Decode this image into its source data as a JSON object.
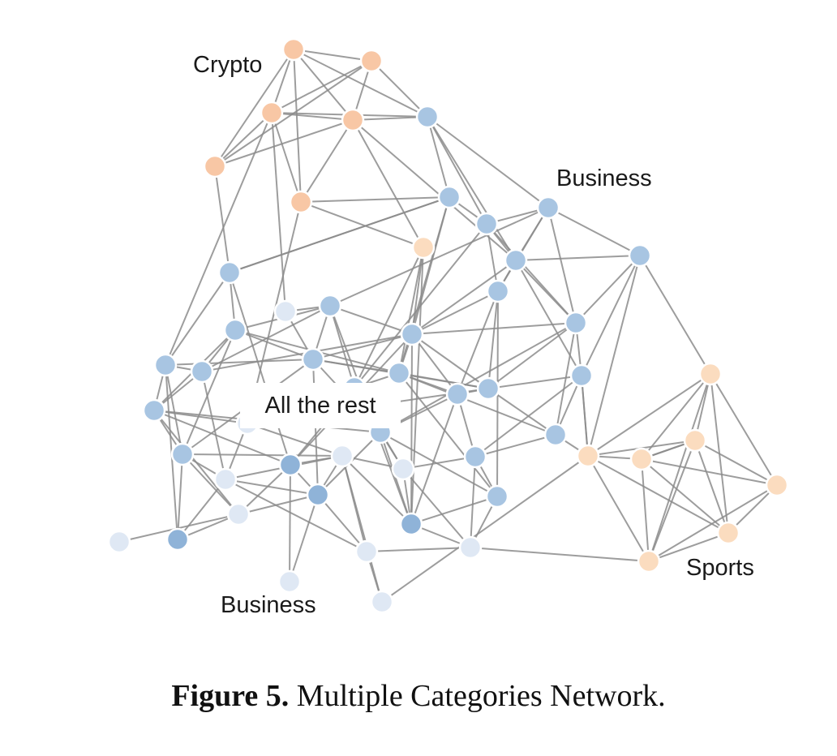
{
  "figure": {
    "labels": {
      "crypto": "Crypto",
      "business_top": "Business",
      "all_the_rest": "All the rest",
      "business_bottom": "Business",
      "sports": "Sports"
    },
    "caption": {
      "number": "Figure 5.",
      "text": "Multiple Categories Network."
    }
  },
  "colors": {
    "crypto": "#f8c7a5",
    "sports": "#fbdcbf",
    "business": "#a8c5e2",
    "business_dark": "#8fb3d8",
    "light": "#dfe8f4",
    "edge": "#8c8c8c"
  }
}
